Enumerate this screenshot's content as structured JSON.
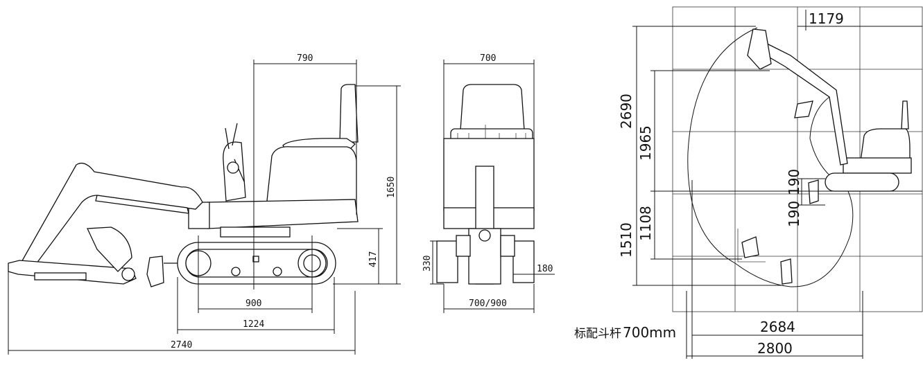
{
  "side_view": {
    "cab_offset": "790",
    "overall_height": "1650",
    "track_height": "417",
    "tumbler_distance": "900",
    "track_length": "1224",
    "overall_length": "2740"
  },
  "front_view": {
    "cab_width": "700",
    "blade_height": "330",
    "track_shoe_width": "180",
    "track_gauge": "700/900"
  },
  "working_range": {
    "top_offset": "1179",
    "max_dig_height": "2690",
    "max_dump_height": "1965",
    "blade_lift": "190",
    "blade_drop": "190",
    "max_vertical_wall_depth": "1108",
    "max_dig_depth": "1510",
    "reach_at_ground": "2684",
    "max_dig_reach": "2800",
    "standard_arm_label": "标配斗杆",
    "standard_arm_length": "700mm"
  }
}
